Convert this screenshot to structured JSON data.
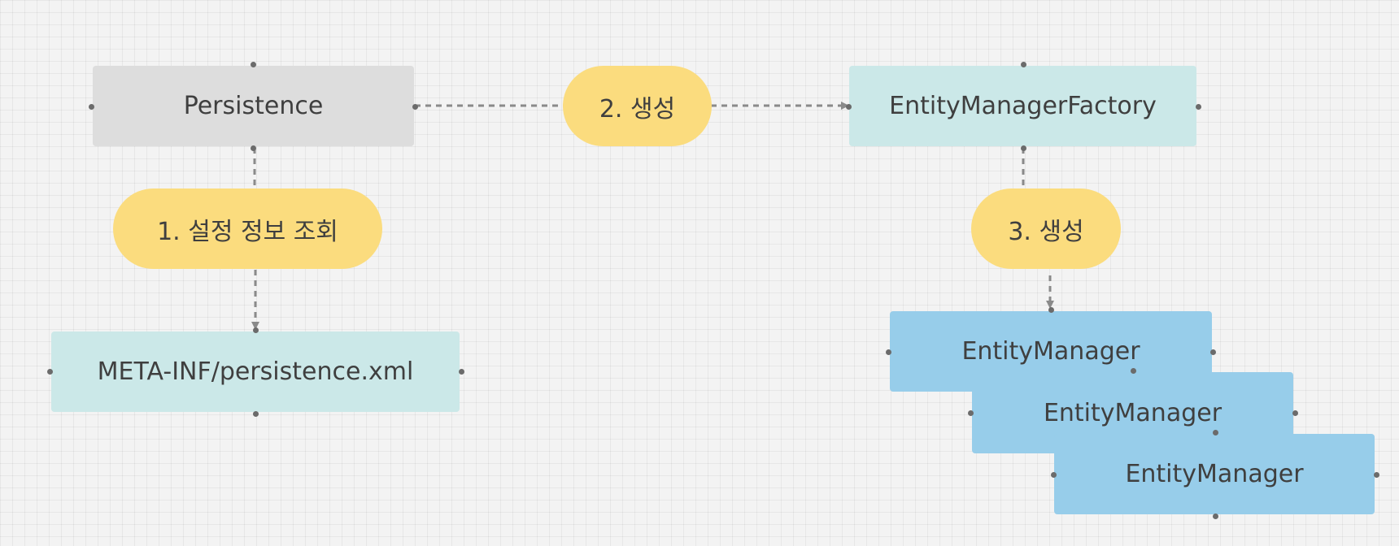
{
  "diagram": {
    "nodes": {
      "persistence": "Persistence",
      "factory": "EntityManagerFactory",
      "config": "META-INF/persistence.xml",
      "manager_1": "EntityManager",
      "manager_2": "EntityManager",
      "manager_3": "EntityManager"
    },
    "labels": {
      "step_1": "1. 설정 정보 조회",
      "step_2": "2. 생성",
      "step_3": "3. 생성"
    },
    "colors": {
      "persistence_fill": "#dddddd",
      "factory_fill": "#cbe8e8",
      "entity_manager_fill": "#97cdea",
      "step_label_fill": "#fbdc7e",
      "connector": "#8a8a8a"
    }
  }
}
